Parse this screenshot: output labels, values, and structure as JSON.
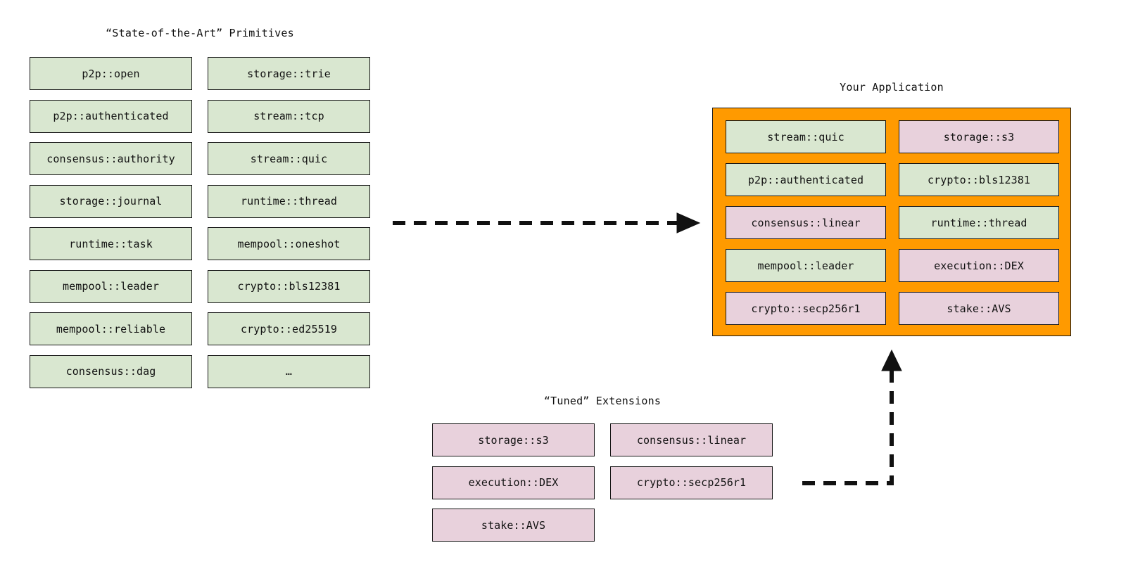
{
  "diagram": {
    "type": "architecture-composition",
    "background": "#ffffff",
    "colors": {
      "primitive_fill": "#d9e7d0",
      "extension_fill": "#e8d1dc",
      "application_panel": "#ff9a00",
      "stroke": "#151515",
      "text": "#121212"
    }
  },
  "primitives": {
    "title": "“State-of-the-Art” Primitives",
    "column_left": [
      {
        "label": "p2p::open"
      },
      {
        "label": "p2p::authenticated"
      },
      {
        "label": "consensus::authority"
      },
      {
        "label": "storage::journal"
      },
      {
        "label": "runtime::task"
      },
      {
        "label": "mempool::leader"
      },
      {
        "label": "mempool::reliable"
      },
      {
        "label": "consensus::dag"
      }
    ],
    "column_right": [
      {
        "label": "storage::trie"
      },
      {
        "label": "stream::tcp"
      },
      {
        "label": "stream::quic"
      },
      {
        "label": "runtime::thread"
      },
      {
        "label": "mempool::oneshot"
      },
      {
        "label": "crypto::bls12381"
      },
      {
        "label": "crypto::ed25519"
      },
      {
        "label": "…"
      }
    ]
  },
  "application": {
    "title": "Your Application",
    "column_left": [
      {
        "label": "stream::quic",
        "kind": "primitive"
      },
      {
        "label": "p2p::authenticated",
        "kind": "primitive"
      },
      {
        "label": "consensus::linear",
        "kind": "extension"
      },
      {
        "label": "mempool::leader",
        "kind": "primitive"
      },
      {
        "label": "crypto::secp256r1",
        "kind": "extension"
      }
    ],
    "column_right": [
      {
        "label": "storage::s3",
        "kind": "extension"
      },
      {
        "label": "crypto::bls12381",
        "kind": "primitive"
      },
      {
        "label": "runtime::thread",
        "kind": "primitive"
      },
      {
        "label": "execution::DEX",
        "kind": "extension"
      },
      {
        "label": "stake::AVS",
        "kind": "extension"
      }
    ]
  },
  "extensions": {
    "title": "“Tuned” Extensions",
    "column_left": [
      {
        "label": "storage::s3"
      },
      {
        "label": "execution::DEX"
      },
      {
        "label": "stake::AVS"
      }
    ],
    "column_right": [
      {
        "label": "consensus::linear"
      },
      {
        "label": "crypto::secp256r1"
      }
    ]
  },
  "arrows": [
    {
      "name": "primitives-to-application",
      "style": "dashed",
      "direction": "right"
    },
    {
      "name": "extensions-to-application",
      "style": "dashed",
      "direction": "up"
    }
  ]
}
